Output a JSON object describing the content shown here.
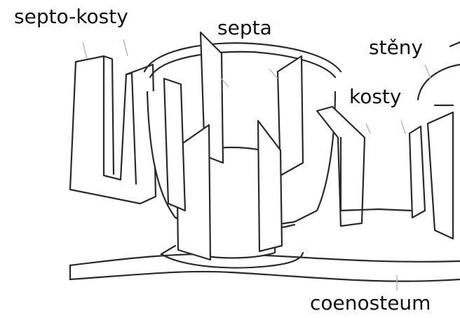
{
  "labels": {
    "septo_kosty": "septo-kosty",
    "septa": "septa",
    "steny": "stěny",
    "kosty": "kosty",
    "coenosteum": "coenosteum"
  },
  "colors": {
    "line": "#2a2a2a",
    "leader": "#bdbdbd",
    "background": "#ffffff"
  }
}
